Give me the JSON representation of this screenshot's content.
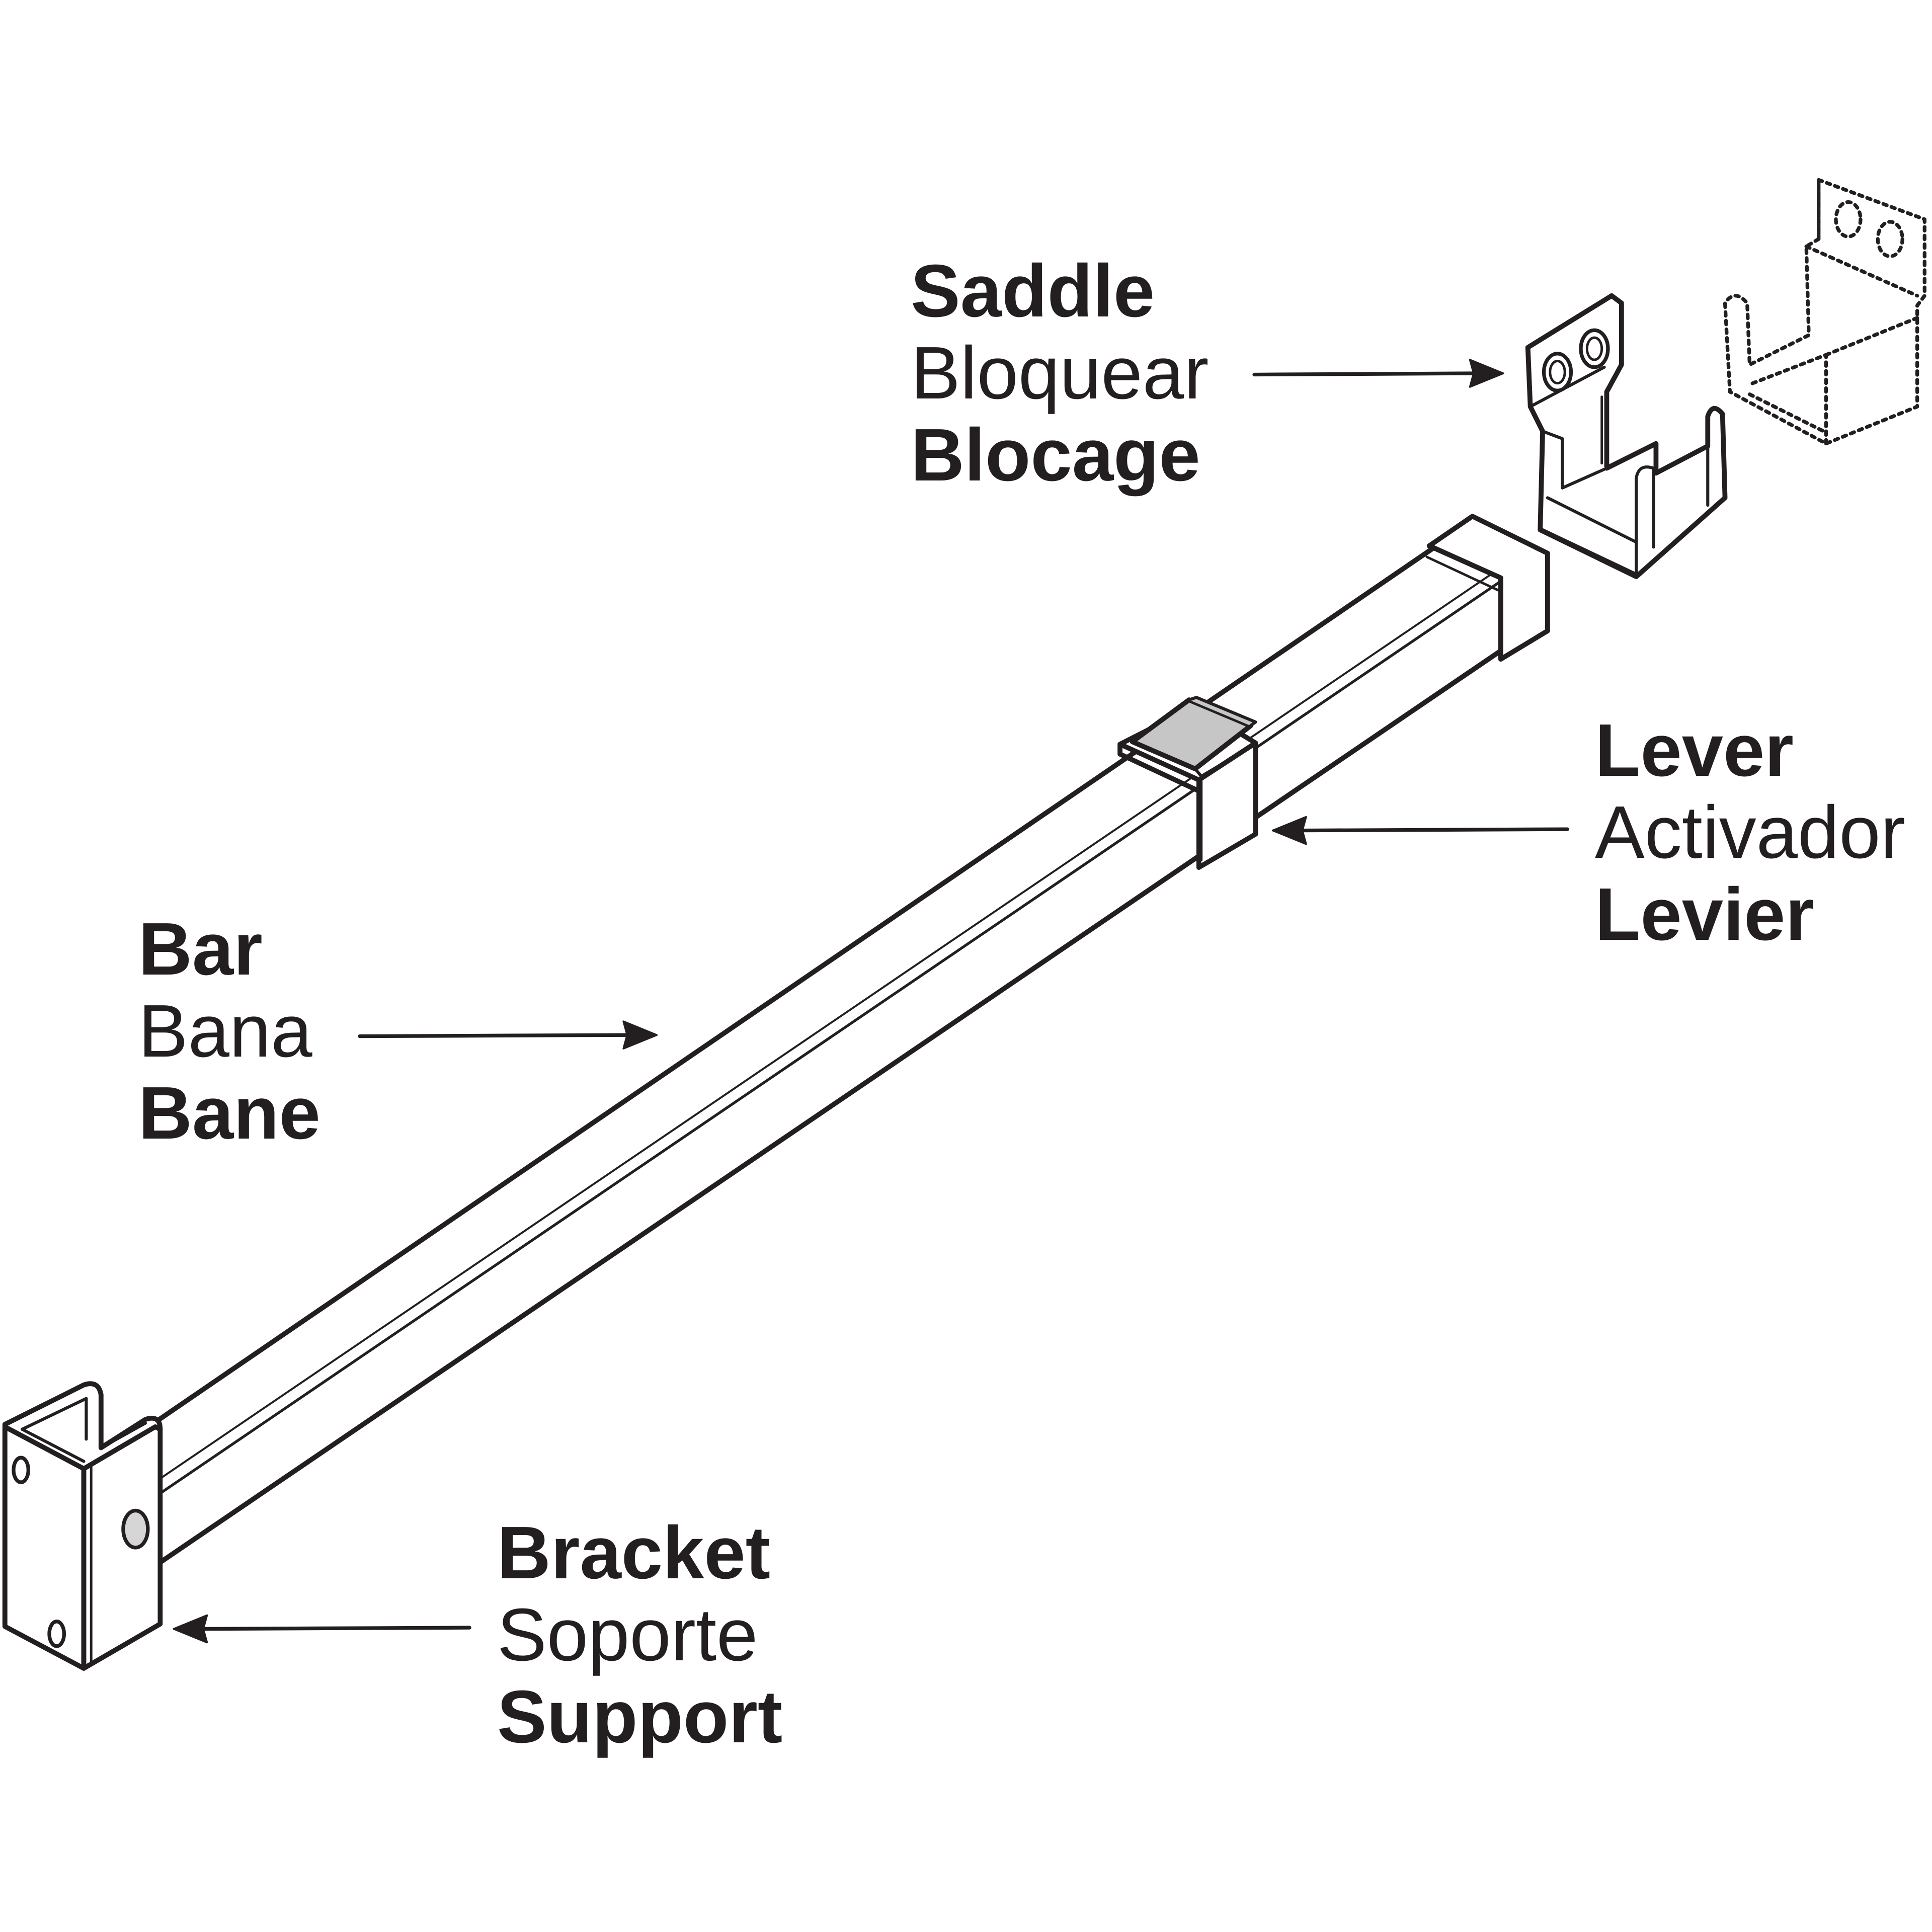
{
  "colors": {
    "ink": "#231f20",
    "paper": "#ffffff",
    "lever_fill": "#c6c6c6"
  },
  "labels": {
    "saddle": {
      "english": "Saddle",
      "spanish": "Bloquear",
      "french": "Blocage"
    },
    "lever": {
      "english": "Lever",
      "spanish": "Activador",
      "french": "Levier"
    },
    "bar": {
      "english": "Bar",
      "spanish": "Bana",
      "french": "Bane"
    },
    "bracket": {
      "english": "Bracket",
      "spanish": "Soporte",
      "french": "Support"
    }
  }
}
